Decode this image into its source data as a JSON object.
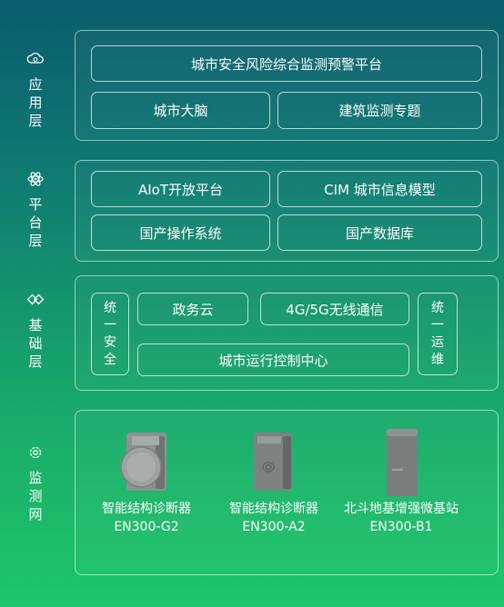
{
  "layers": {
    "application": {
      "label_chars": [
        "应",
        "用",
        "层"
      ],
      "icon": "cloud-gear-icon"
    },
    "platform": {
      "label_chars": [
        "平",
        "台",
        "层"
      ],
      "icon": "atom-icon"
    },
    "foundation": {
      "label_chars": [
        "基",
        "础",
        "层"
      ],
      "icon": "diamond-link-icon"
    },
    "monitoring": {
      "label_chars": [
        "监",
        "测",
        "网"
      ],
      "icon": "gear-icon"
    }
  },
  "application_layer": {
    "top": "城市安全风险综合监测预警平台",
    "left": "城市大脑",
    "right": "建筑监测专题"
  },
  "platform_layer": {
    "aiot": "AIoT开放平台",
    "cim": "CIM 城市信息模型",
    "os": "国产操作系统",
    "db": "国产数据库"
  },
  "foundation_layer": {
    "security_chars": [
      "统",
      "一",
      "安",
      "全"
    ],
    "ops_chars": [
      "统",
      "一",
      "运",
      "维"
    ],
    "gov_cloud": "政务云",
    "network": "4G/5G无线通信",
    "control_center": "城市运行控制中心"
  },
  "devices": [
    {
      "name": "智能结构诊断器",
      "model": "EN300-G2"
    },
    {
      "name": "智能结构诊断器",
      "model": "EN300-A2"
    },
    {
      "name": "北斗地基增强微基站",
      "model": "EN300-B1"
    }
  ],
  "colors": {
    "bg_top": "#0b5c6e",
    "bg_bottom": "#1dc66a",
    "line": "#ffffff"
  }
}
